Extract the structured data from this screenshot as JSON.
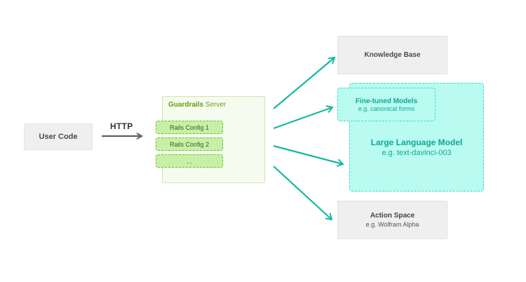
{
  "user_code": {
    "label": "User Code"
  },
  "http": {
    "label": "HTTP"
  },
  "server": {
    "title_bold": "Guardrails",
    "title_rest": " Server",
    "configs": [
      "Rails Config 1",
      "Rails Config 2",
      "..."
    ]
  },
  "knowledge_base": {
    "label": "Knowledge Base"
  },
  "fine_tuned": {
    "title": "Fine-tuned Models",
    "subtitle": "e.g. canonical forms"
  },
  "llm": {
    "title": "Large Language Model",
    "subtitle": "e.g. text-davinci-003"
  },
  "action_space": {
    "title": "Action Space",
    "subtitle": "e.g. Wolfram Alpha"
  },
  "colors": {
    "arrow_grey": "#616161",
    "arrow_teal": "#16b8a2",
    "config_green": "#c7f0a6",
    "llm_cyan": "#b9fbf1"
  }
}
